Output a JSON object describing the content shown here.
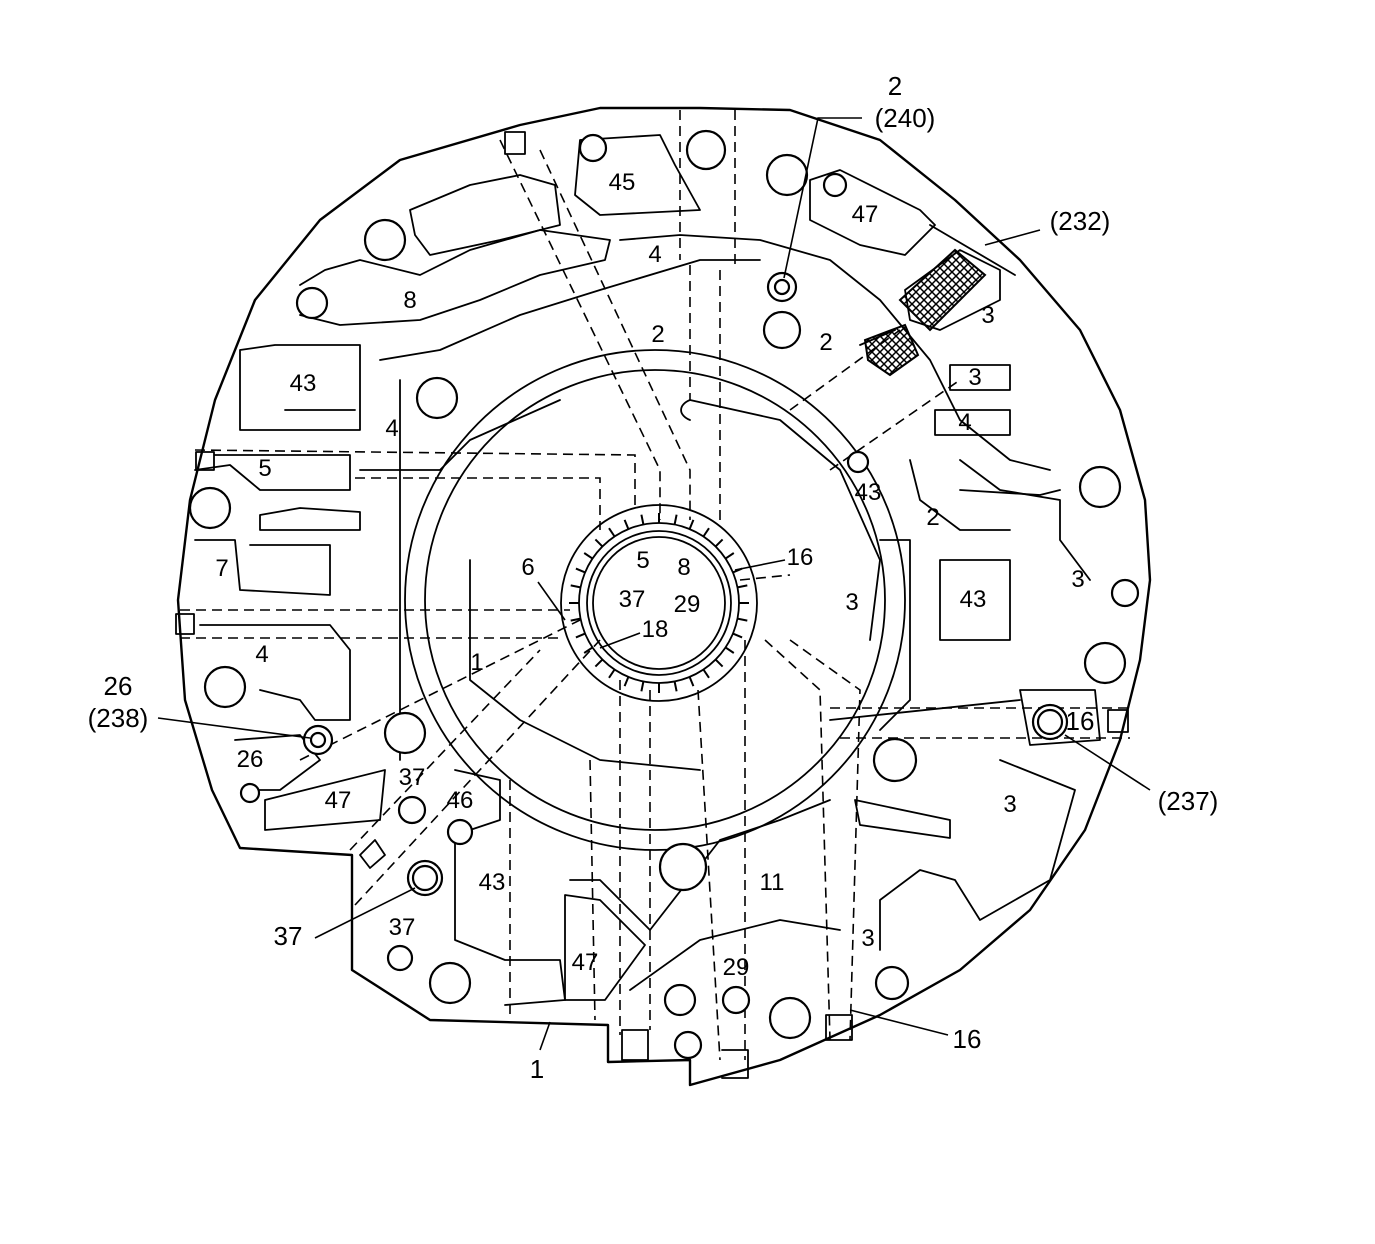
{
  "channel_labels": [
    "45",
    "47",
    "4",
    "8",
    "2",
    "43",
    "4",
    "2",
    "3",
    "3",
    "4",
    "5",
    "43",
    "2",
    "7",
    "6",
    "5",
    "8",
    "16",
    "3",
    "43",
    "3",
    "37",
    "29",
    "18",
    "1",
    "4",
    "26",
    "47",
    "37",
    "46",
    "3",
    "43",
    "11",
    "3",
    "37",
    "47",
    "29"
  ],
  "callouts": {
    "top_num": "2",
    "top_ref": "(240)",
    "right_top": "(232)",
    "left_num": "26",
    "left_ref": "(238)",
    "right_bottom_num": "16",
    "right_bottom_ref": "(237)",
    "bottom_left": "37",
    "bottom_center": "1",
    "bottom_right": "16"
  }
}
